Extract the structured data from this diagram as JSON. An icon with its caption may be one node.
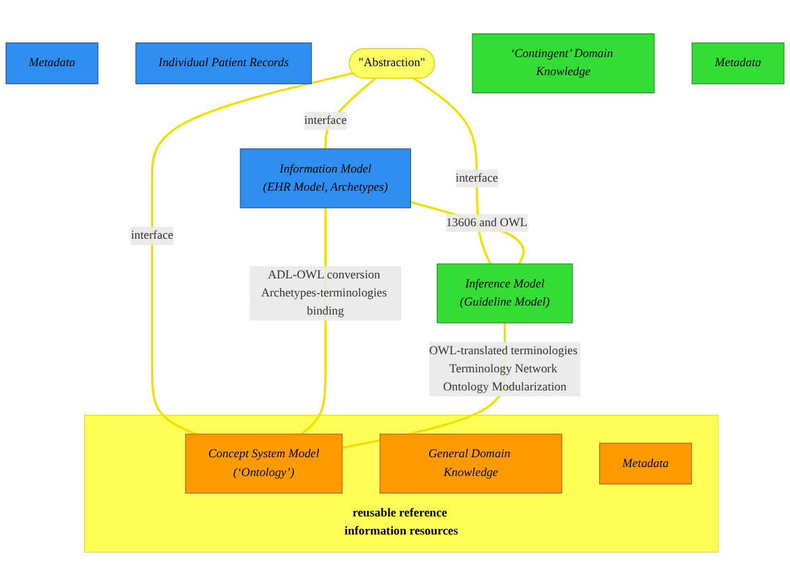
{
  "diagram": {
    "nodes": [
      {
        "text": [
          "Metadata"
        ]
      },
      {
        "text": [
          "Individual Patient Records"
        ]
      },
      {
        "text": [
          "Information Model",
          "(EHR Model, Archetypes)"
        ]
      },
      {
        "text": [
          "\"Abstraction\""
        ]
      },
      {
        "text": [
          "Inference Model",
          "(Guideline Model)"
        ]
      },
      {
        "text": [
          "‘Contingent’ Domain Knowledge"
        ]
      },
      {
        "text": [
          "Metadata"
        ]
      },
      {
        "text": [
          "reusable reference information resources"
        ]
      },
      {
        "text": [
          "Concept System Model",
          "(‘Ontology’)"
        ],
        "in": 7
      },
      {
        "text": [
          "General Domain Knowledge"
        ],
        "in": 7
      },
      {
        "text": [
          "Metadata"
        ],
        "in": 7
      }
    ],
    "edges": [
      {
        "from": 3,
        "to": 2,
        "arrow": "none",
        "label": "interface"
      },
      {
        "from": 3,
        "to": 8,
        "arrow": "none",
        "label": "interface"
      },
      {
        "from": 3,
        "to": 4,
        "arrow": "none",
        "label": "interface"
      },
      {
        "from": 2,
        "to": 4,
        "arrow": "none",
        "label": "13606 and OWL"
      },
      {
        "from": 2,
        "to": 8,
        "arrow": "none",
        "label": "ADL-OWL conversion Archetypes-terminologies binding"
      },
      {
        "from": 4,
        "to": 8,
        "arrow": "none",
        "label": "OWL-translated terminologies Terminology Network Ontology Modularization"
      }
    ]
  }
}
